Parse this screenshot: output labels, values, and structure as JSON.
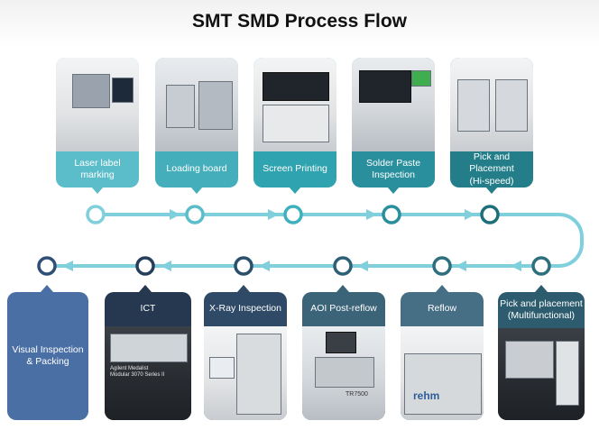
{
  "title": "SMT SMD Process Flow",
  "colors": {
    "teal": "#5bbdc9",
    "teal_dark": "#2a8f9d",
    "slate": "#466f85",
    "blue": "#4a6fa5",
    "flow_line": "#7fd0dc",
    "node_ring": "#2d6f7c"
  },
  "top_steps": [
    {
      "label": "Laser label\nmarking"
    },
    {
      "label": "Loading board"
    },
    {
      "label": "Screen Printing"
    },
    {
      "label": "Solder Paste\nInspection"
    },
    {
      "label": "Pick and Placement\n(Hi-speed)"
    }
  ],
  "bottom_steps": [
    {
      "label": "Visual Inspection\n& Packing"
    },
    {
      "label": "ICT"
    },
    {
      "label": "X-Ray Inspection"
    },
    {
      "label": "AOI Post-reflow"
    },
    {
      "label": "Reflow"
    },
    {
      "label": "Pick and placement\n(Multifunctional)"
    }
  ],
  "photo_text": {
    "ict_panel": "Agilent Medalist\nModular 3070 Series II",
    "aoi_model": "TR7500",
    "reflow_brand": "rehm"
  }
}
